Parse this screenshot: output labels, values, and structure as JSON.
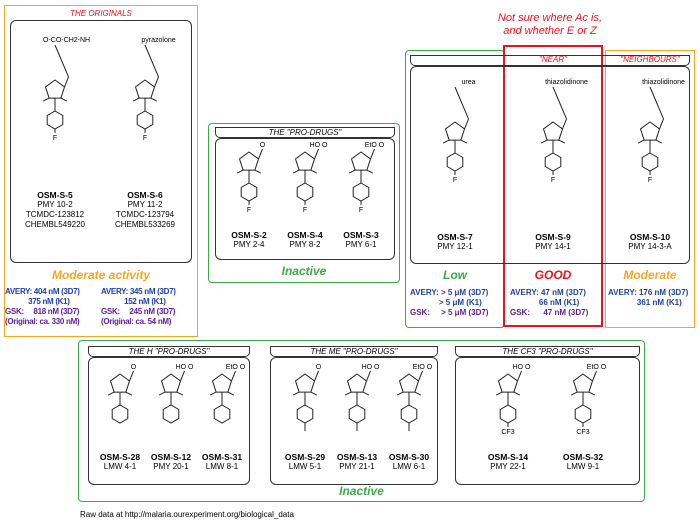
{
  "colors": {
    "orange": "#f5a623",
    "green": "#3aaa4a",
    "red": "#e8141b",
    "blue": "#1f3fa8",
    "purple": "#5b1e9c"
  },
  "originals": {
    "title": "THE ORIGINALS",
    "verdict": "Moderate activity",
    "compounds": [
      {
        "name": "OSM-S-5",
        "lines": [
          "PMY 10-2",
          "TCMDC-123812",
          "CHEMBL549220"
        ],
        "top": "O-CO-CH2-NH2",
        "para": "F"
      },
      {
        "name": "OSM-S-6",
        "lines": [
          "PMY 11-2",
          "TCMDC-123794",
          "CHEMBL533269"
        ],
        "top": "pyrazolone",
        "para": "F"
      }
    ],
    "activity": [
      {
        "avery": "AVERY: 404 nM (3D7)\n            375 nM (K1)",
        "gsk": "GSK:     818 nM (3D7)\n(Original: ca. 330 nM)"
      },
      {
        "avery": "AVERY: 345 nM (3D7)\n            152 nM (K1)",
        "gsk": "GSK:     245 nM (3D7)\n(Original: ca. 54 nM)"
      }
    ]
  },
  "prodrugs": {
    "title": "THE \"PRO-DRUGS\"",
    "verdict": "Inactive",
    "compounds": [
      {
        "name": "OSM-S-2",
        "lines": [
          "PMY 2-4"
        ],
        "top": "O",
        "para": "F"
      },
      {
        "name": "OSM-S-4",
        "lines": [
          "PMY 8-2"
        ],
        "top": "HO  O",
        "para": "F"
      },
      {
        "name": "OSM-S-3",
        "lines": [
          "PMY 6-1"
        ],
        "top": "EtO  O",
        "para": "F"
      }
    ]
  },
  "annotation": "Not sure where Ac is,\nand whether E or Z",
  "right": {
    "near_title": "\"NEAR\"",
    "neighbours_title": "\"NEIGHBOURS\"",
    "compounds": [
      {
        "name": "OSM-S-7",
        "lines": [
          "PMY 12-1"
        ],
        "top": "urea",
        "para": "F",
        "verdict": "Low",
        "avery": "AVERY: > 5 μM (3D7)\n             > 5 μM (K1)",
        "gsk": "GSK:     > 5 μM (3D7)"
      },
      {
        "name": "OSM-S-9",
        "lines": [
          "PMY 14-1"
        ],
        "top": "thiazolidinone",
        "para": "F",
        "verdict": "GOOD",
        "avery": "AVERY: 47 nM (3D7)\n             66 nM (K1)",
        "gsk": "GSK:      47 nM (3D7)"
      },
      {
        "name": "OSM-S-10",
        "lines": [
          "PMY 14-3-A"
        ],
        "top": "thiazolidinone",
        "para": "F",
        "verdict": "Moderate",
        "avery": "AVERY: 176 nM (3D7)\n             361 nM (K1)",
        "gsk": ""
      }
    ]
  },
  "bottom": {
    "verdict": "Inactive",
    "groups": [
      {
        "title": "THE H \"PRO-DRUGS\"",
        "compounds": [
          {
            "name": "OSM-S-28",
            "lines": [
              "LMW 4-1"
            ],
            "top": "O",
            "para": ""
          },
          {
            "name": "OSM-S-12",
            "lines": [
              "PMY 20-1"
            ],
            "top": "HO  O",
            "para": ""
          },
          {
            "name": "OSM-S-31",
            "lines": [
              "LMW 8-1"
            ],
            "top": "EtO  O",
            "para": ""
          }
        ]
      },
      {
        "title": "THE ME \"PRO-DRUGS\"",
        "compounds": [
          {
            "name": "OSM-S-29",
            "lines": [
              "LMW 5-1"
            ],
            "top": "O",
            "para": "|"
          },
          {
            "name": "OSM-S-13",
            "lines": [
              "PMY 21-1"
            ],
            "top": "HO  O",
            "para": "|"
          },
          {
            "name": "OSM-S-30",
            "lines": [
              "LMW 6-1"
            ],
            "top": "EtO  O",
            "para": "|"
          }
        ]
      },
      {
        "title": "THE CF3 \"PRO-DRUGS\"",
        "compounds": [
          {
            "name": "OSM-S-14",
            "lines": [
              "PMY 22-1"
            ],
            "top": "HO  O",
            "para": "CF3"
          },
          {
            "name": "OSM-S-32",
            "lines": [
              "LMW 9-1"
            ],
            "top": "EtO  O",
            "para": "CF3"
          }
        ]
      }
    ]
  },
  "footer": "Raw data at http://malaria.ourexperiment.org/biological_data"
}
